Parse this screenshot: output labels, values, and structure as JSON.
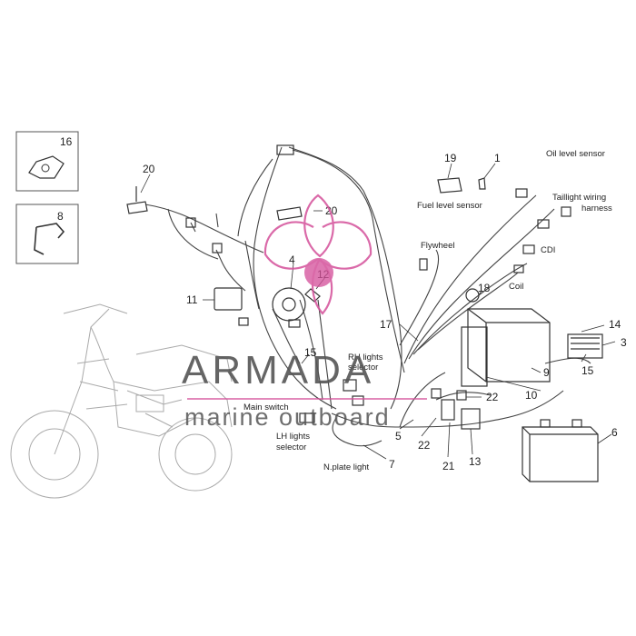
{
  "diagram": {
    "part_numbers": [
      "16",
      "8",
      "20",
      "20",
      "4",
      "12",
      "11",
      "15",
      "19",
      "1",
      "18",
      "17",
      "14",
      "3",
      "9",
      "10",
      "15",
      "22",
      "5",
      "22",
      "21",
      "13",
      "6",
      "7"
    ],
    "labels": {
      "oil_level_sensor": "Oil level sensor",
      "taillight_wiring_1": "Taillight wiring",
      "taillight_wiring_2": "harness",
      "fuel_level_sensor": "Fuel level sensor",
      "flywheel": "Flywheel",
      "cdi": "CDI",
      "coil": "Coil",
      "rh_lights_1": "RH lights",
      "rh_lights_2": "selector",
      "main_switch": "Main switch",
      "lh_lights_1": "LH lights",
      "lh_lights_2": "selector",
      "nplate_light": "N.plate light"
    }
  },
  "watermark": {
    "brand": "ARMADA",
    "subtitle": "marine outboard",
    "accent_color": "#d4509a",
    "text_color": "#555555"
  }
}
